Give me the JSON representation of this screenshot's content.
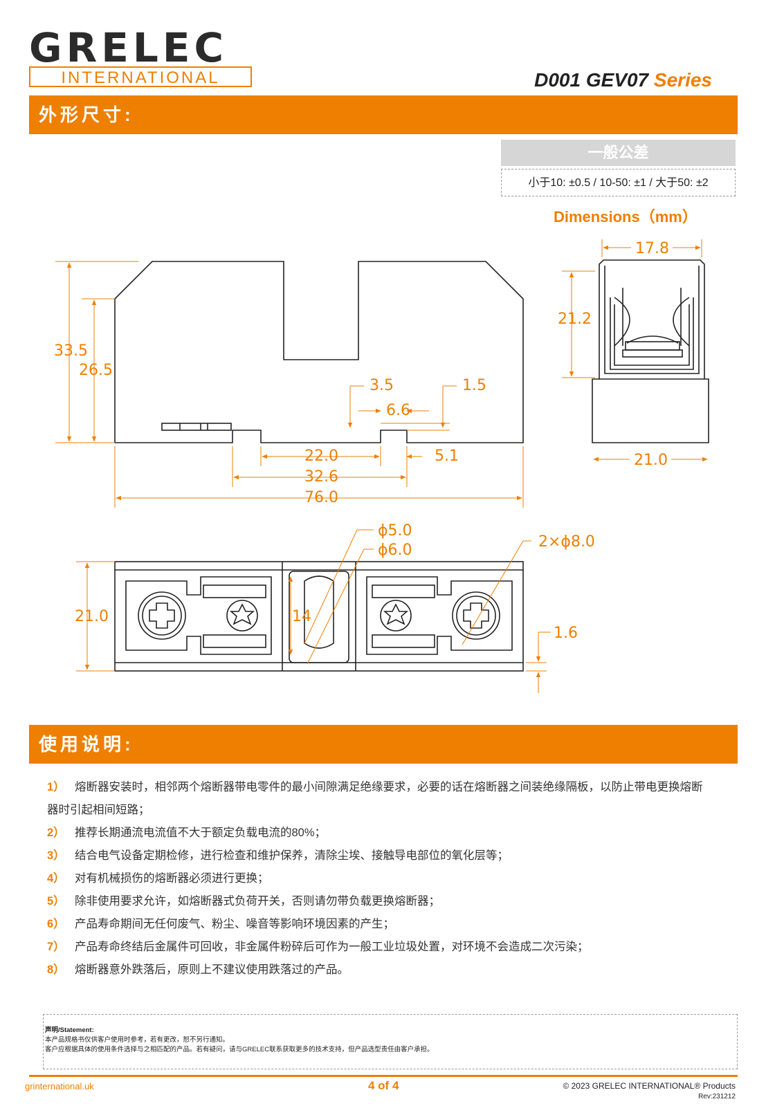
{
  "header": {
    "logo_main": "GRELEC",
    "logo_sub": "INTERNATIONAL",
    "series_model": "D001 GEV07",
    "series_word": "Series"
  },
  "section1": {
    "title": "外形尺寸:"
  },
  "tolerance": {
    "heading": "一般公差",
    "value": "小于10: ±0.5 / 10-50: ±1 / 大于50: ±2"
  },
  "dimensions_title": "Dimensions（mm）",
  "dims": {
    "h_total": "33.5",
    "h_inner": "26.5",
    "d_35": "3.5",
    "d_15": "1.5",
    "d_66": "6.6",
    "d_220": "22.0",
    "d_51": "5.1",
    "d_326": "32.6",
    "d_760": "76.0",
    "side_width_top": "17.8",
    "side_height": "21.2",
    "side_width_bottom": "21.0",
    "phi_5": "ϕ5.0",
    "phi_6": "ϕ6.0",
    "holes": "2×ϕ8.0",
    "bottom_height": "21.0",
    "base_thick": "1.6",
    "slot_14": "14"
  },
  "section2": {
    "title": "使用说明:"
  },
  "notes": [
    {
      "num": "1）",
      "text": "熔断器安装时，相邻两个熔断器带电零件的最小间隙满足绝缘要求，必要的话在熔断器之间装绝缘隔板，以防止带电更换熔断器时引起相间短路；"
    },
    {
      "num": "2）",
      "text": "推荐长期通流电流值不大于额定负载电流的80%；"
    },
    {
      "num": "3）",
      "text": "结合电气设备定期检修，进行检查和维护保养，清除尘埃、接触导电部位的氧化层等；"
    },
    {
      "num": "4）",
      "text": "对有机械损伤的熔断器必须进行更换；"
    },
    {
      "num": "5）",
      "text": "除非使用要求允许，如熔断器式负荷开关，否则请勿带负载更换熔断器；"
    },
    {
      "num": "6）",
      "text": "产品寿命期间无任何废气、粉尘、噪音等影响环境因素的产生；"
    },
    {
      "num": "7）",
      "text": "产品寿命终结后金属件可回收，非金属件粉碎后可作为一般工业垃圾处置，对环境不会造成二次污染；"
    },
    {
      "num": "8）",
      "text": "熔断器意外跌落后，原则上不建议使用跌落过的产品。"
    }
  ],
  "statement": {
    "title": "声明/Statement:",
    "line1": "本产品规格书仅供客户使用时参考，若有更改，恕不另行通知。",
    "line2": "客户应根据具体的使用条件选择与之相匹配的产品。若有疑问，请与GRELEC联系获取更多的技术支持，但产品选型责任由客户承担。"
  },
  "footer": {
    "website": "grinternational.uk",
    "page": "4 of 4",
    "copyright": "© 2023  GRELEC INTERNATIONAL® Products",
    "rev": "Rev:231212"
  },
  "colors": {
    "accent": "#ee7f00",
    "line": "#222222"
  }
}
